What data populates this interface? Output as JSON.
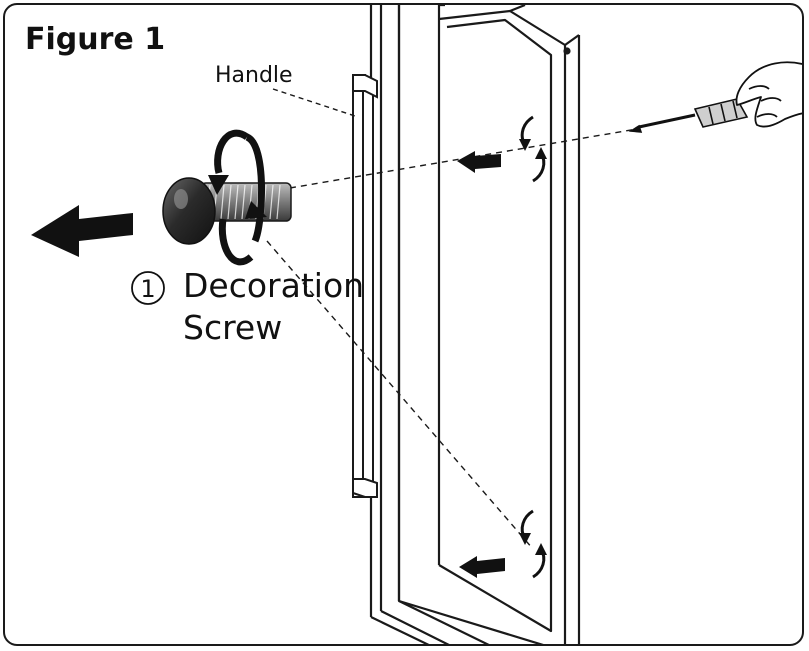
{
  "figure": {
    "title": "Figure 1",
    "handle_label": "Handle",
    "step_number": "1",
    "part_label_line1": "Decoration",
    "part_label_line2": "Screw"
  },
  "colors": {
    "line": "#1a1a1a",
    "screw_dark": "#2b2b2b",
    "screw_mid": "#8a8a8a",
    "background": "#ffffff"
  },
  "icons": [
    "arrow-left-icon",
    "rotate-counterclockwise-icon",
    "screwdriver-icon",
    "hand-icon"
  ]
}
